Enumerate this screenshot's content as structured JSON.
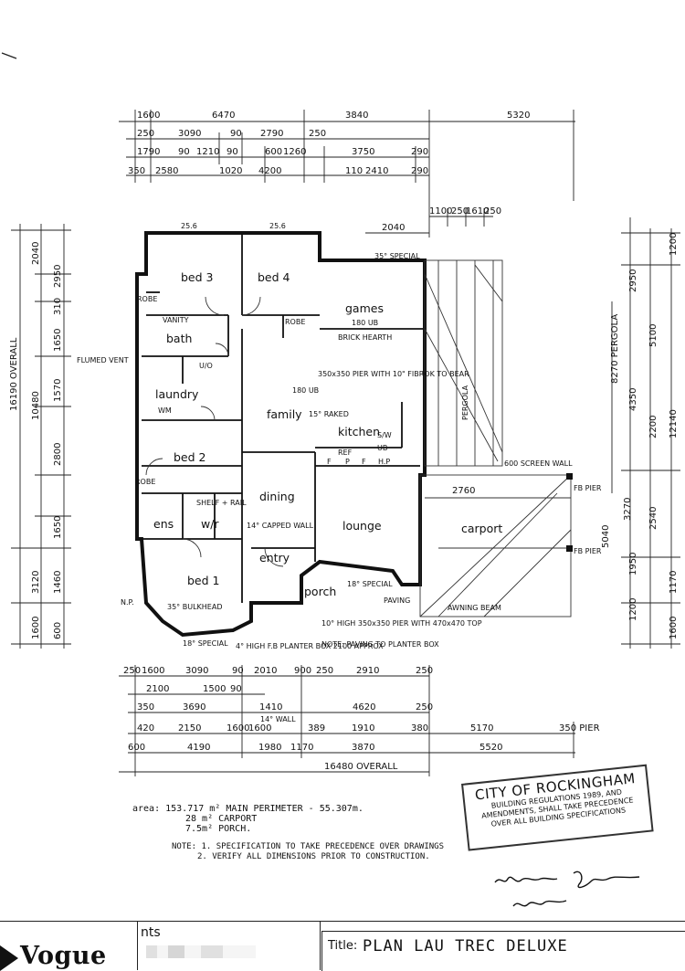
{
  "dims": {
    "top_row1": [
      "1600",
      "6470",
      "3840",
      "5320"
    ],
    "top_row2": [
      "250",
      "3090",
      "90",
      "2790",
      "250"
    ],
    "top_row3": [
      "1790",
      "90",
      "1210",
      "90",
      "600",
      "1260",
      "3750",
      "290"
    ],
    "top_row4": [
      "350",
      "2580",
      "1020",
      "4200",
      "110",
      "2410",
      "290"
    ],
    "top_row5": [
      "1100",
      "250",
      "1610",
      "250"
    ],
    "top_2040": "2040",
    "bottom_row1": [
      "250",
      "1600",
      "3090",
      "90",
      "2010",
      "900",
      "250",
      "2910",
      "250"
    ],
    "bottom_row2": [
      "2100",
      "1500",
      "90"
    ],
    "bottom_row3": [
      "350",
      "3690",
      "1410",
      "4620",
      "250"
    ],
    "bottom_row4": [
      "420",
      "2150",
      "1600",
      "1600",
      "389",
      "1910",
      "380",
      "5170",
      "350 PIER"
    ],
    "bottom_row5": [
      "600",
      "4190",
      "1980",
      "1170",
      "3870",
      "5520"
    ],
    "bottom_overall": "16480 OVERALL",
    "left_overall": "16190 OVERALL",
    "left_mid": "10480",
    "left_outer": [
      "2040",
      "3120",
      "1600"
    ],
    "left_inner": [
      "2950",
      "310",
      "1650",
      "1570",
      "2800",
      "1650",
      "1460",
      "600"
    ],
    "right_outer": [
      "1200",
      "5100",
      "12140",
      "1170",
      "1600"
    ],
    "right_inner": [
      "2950",
      "4350",
      "2200",
      "2540",
      "1950",
      "1200"
    ],
    "right_extra": [
      "8270 PERGOLA",
      "3270",
      "5040"
    ],
    "carport_2760": "2760"
  },
  "rooms": {
    "bed3": "bed 3",
    "bed4": "bed 4",
    "games": "games",
    "bath": "bath",
    "laundry": "laundry",
    "family": "family",
    "kitchen": "kitchen",
    "bed2": "bed 2",
    "dining": "dining",
    "lounge": "lounge",
    "carport": "carport",
    "ens": "ens",
    "wir": "w/r",
    "bed1": "bed 1",
    "entry": "entry",
    "porch": "porch"
  },
  "labels": {
    "ceiling_top": "25.6",
    "special_35": "35° SPECIAL",
    "games_ceiling": "180 UB",
    "family_ceiling": "180 UB",
    "raked": "15° RAKED",
    "pier_note": "350x350 PIER WITH 10\" FIBROK TO BEAR",
    "brick_hearth": "BRICK HEARTH",
    "robe": "ROBE",
    "vanity": "VANITY",
    "flued_vent": "FLUMED VENT",
    "pergola": "PERGOLA",
    "screen_wall": "600 SCREEN WALL",
    "fb_pier": "FB PIER",
    "capped_wall": "14° CAPPED WALL",
    "bulkhead": "35° BULKHEAD",
    "special_18": "18° SPECIAL",
    "awning_beam": "AWNING BEAM",
    "planter": "4° HIGH F.B PLANTER BOX 2100 APPROX",
    "pier_porch": "10° HIGH 350x350 PIER WITH 470x470 TOP",
    "paving_note": "NOTE: PAVING TO PLANTER BOX",
    "paving": "PAVING",
    "np": "N.P.",
    "wall_14": "14° WALL",
    "shelf": "SHELF + RAIL",
    "uo": "U/O",
    "wm": "WM",
    "ref": "REF",
    "kitchen_items": [
      "S/W",
      "UB",
      "F",
      "P",
      "F",
      "H.P"
    ]
  },
  "area": {
    "line1": "area: 153.717 m²  MAIN PERIMETER - 55.307m.",
    "line2": "28 m² CARPORT",
    "line3": "7.5m² PORCH."
  },
  "notes": {
    "line1": "NOTE: 1. SPECIFICATION TO TAKE PRECEDENCE OVER DRAWINGS",
    "line2": "2. VERIFY ALL DIMENSIONS PRIOR TO CONSTRUCTION."
  },
  "stamp": {
    "title": "CITY OF ROCKINGHAM",
    "line1": "BUILDING REGULATIONS 1989, AND",
    "line2": "AMENDMENTS, SHALL TAKE PRECEDENCE",
    "line3": "OVER ALL BUILDING SPECIFICATIONS"
  },
  "titleblock": {
    "logo": "Vogue",
    "mid_label": "nts",
    "title_label": "Title:",
    "title_value": "PLAN  LAU TREC  DELUXE"
  }
}
